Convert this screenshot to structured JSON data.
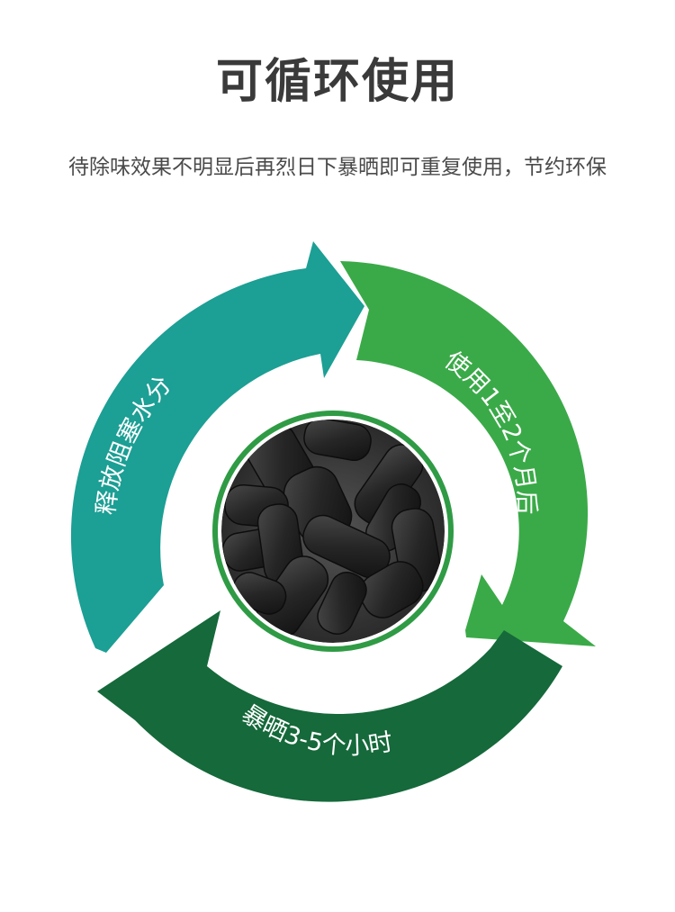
{
  "title": "可循环使用",
  "subtitle": "待除味效果不明显后再烈日下暴晒即可重复使用，节约环保",
  "cycle": {
    "stages": [
      {
        "label": "使用1至2个月后",
        "color": "#3aaa48"
      },
      {
        "label": "暴晒3-5个小时",
        "color": "#15693a"
      },
      {
        "label": "释放阻塞水分",
        "color": "#1c9f94"
      }
    ]
  },
  "center_image": {
    "subject": "activated-carbon-pellets",
    "ring_color": "#2f9b45"
  }
}
